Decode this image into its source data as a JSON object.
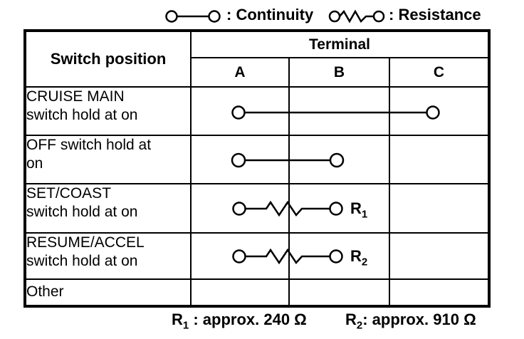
{
  "legend": {
    "continuity_label": ": Continuity",
    "resistance_label": ": Resistance"
  },
  "table": {
    "header": {
      "switch_position": "Switch position",
      "terminal": "Terminal",
      "terminals": [
        "A",
        "B",
        "C"
      ]
    },
    "rows": [
      {
        "label_line1": "CRUISE MAIN",
        "label_line2": "switch hold at on",
        "connection": {
          "type": "continuity",
          "from": "A",
          "to": "C"
        }
      },
      {
        "label_line1": "OFF switch hold at",
        "label_line2": "on",
        "connection": {
          "type": "continuity",
          "from": "A",
          "to": "B"
        }
      },
      {
        "label_line1": "SET/COAST",
        "label_line2": "switch hold at on",
        "connection": {
          "type": "resistance",
          "from": "A",
          "to": "B",
          "resistor": {
            "base": "R",
            "sub": "1"
          }
        }
      },
      {
        "label_line1": "RESUME/ACCEL",
        "label_line2": "switch hold at on",
        "connection": {
          "type": "resistance",
          "from": "A",
          "to": "B",
          "resistor": {
            "base": "R",
            "sub": "2"
          }
        }
      },
      {
        "label_line1": "Other",
        "label_line2": "",
        "connection": {
          "type": "none"
        }
      }
    ]
  },
  "footer": {
    "r1": {
      "base": "R",
      "sub": "1",
      "text": " : approx. 240 Ω"
    },
    "r2": {
      "base": "R",
      "sub": "2",
      "text": ": approx. 910 Ω"
    }
  }
}
